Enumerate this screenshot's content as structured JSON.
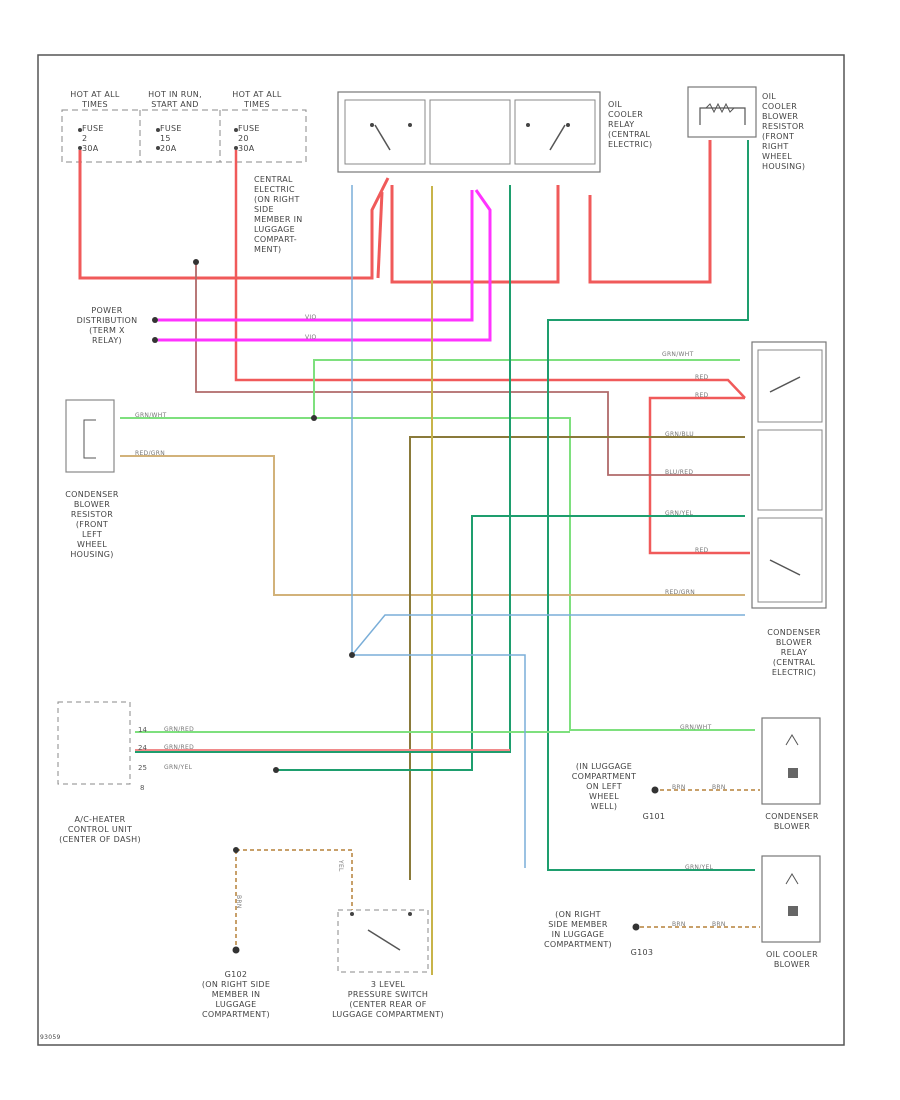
{
  "diagram_id": "93059",
  "colors": {
    "red": "#f05a5a",
    "pink": "#ff33ff",
    "green": "#7ee07e",
    "dkgreen": "#1e9e6e",
    "tan": "#d2b27a",
    "brown": "#b06a6a",
    "blue": "#7aaed8",
    "ltred": "#f08a8a",
    "olive": "#8a7a3a",
    "yellow": "#c8b44a",
    "frame": "#555555"
  },
  "fuses": [
    {
      "header": "HOT AT ALL\nTIMES",
      "name": "FUSE\n2\n30A"
    },
    {
      "header": "HOT IN RUN,\nSTART AND",
      "name": "FUSE\n15\n20A"
    },
    {
      "header": "HOT AT ALL\nTIMES",
      "name": "FUSE\n20\n30A"
    }
  ],
  "components": {
    "oil_cooler_relay": "OIL\nCOOLER\nRELAY\n(CENTRAL\nELECTRIC)",
    "oil_cooler_resistor": "OIL\nCOOLER\nBLOWER\nRESISTOR\n(FRONT\nRIGHT\nWHEEL\nHOUSING)",
    "central_electric": "CENTRAL\nELECTRIC\n(ON RIGHT\nSIDE\nMEMBER IN\nLUGGAGE\nCOMPART-\nMENT)",
    "power_distribution": "POWER\nDISTRIBUTION\n(TERM X\nRELAY)",
    "condenser_resistor": "CONDENSER\nBLOWER\nRESISTOR\n(FRONT\nLEFT\nWHEEL\nHOUSING)",
    "condenser_relay": "CONDENSER\nBLOWER\nRELAY\n(CENTRAL\nELECTRIC)",
    "ac_control": "A/C-HEATER\nCONTROL UNIT\n(CENTER OF DASH)",
    "g101_location": "(IN LUGGAGE\nCOMPARTMENT\nON LEFT\nWHEEL\nWELL)",
    "g101": "G101",
    "condenser_blower": "CONDENSER\nBLOWER",
    "g103_location": "(ON RIGHT\nSIDE MEMBER\nIN LUGGAGE\nCOMPARTMENT)",
    "g103": "G103",
    "oil_cooler_blower": "OIL COOLER\nBLOWER",
    "g102": "G102\n(ON RIGHT SIDE\nMEMBER IN\nLUGGAGE\nCOMPARTMENT)",
    "pressure_switch": "3 LEVEL\nPRESSURE SWITCH\n(CENTER REAR OF\nLUGGAGE COMPARTMENT)"
  },
  "wire_labels": {
    "grn_wht": "GRN/WHT",
    "red": "RED",
    "grn_blu": "GRN/BLU",
    "blu_red": "BLU/RED",
    "grn_yel": "GRN/YEL",
    "red_grn": "RED/GRN",
    "grn_red": "GRN/RED",
    "brn": "BRN",
    "yel": "YEL",
    "vio": "VIO"
  },
  "pins": {
    "control": [
      "14",
      "24",
      "25",
      "8"
    ]
  }
}
